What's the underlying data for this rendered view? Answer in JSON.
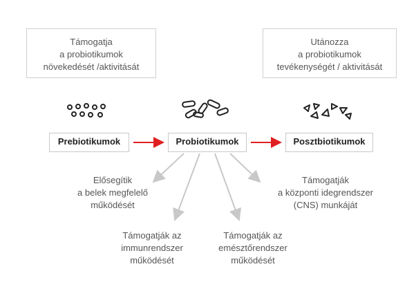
{
  "top_notes": {
    "left": [
      "Támogatja",
      "a probiotikumok",
      "növekedését /aktivitását"
    ],
    "right": [
      "Utánozza",
      "a probiotikumok",
      "tevékenységét / aktivitását"
    ]
  },
  "nodes": {
    "prebiotics": "Prebiotikumok",
    "probiotics": "Probiotikumok",
    "postbiotics": "Posztbiotikumok"
  },
  "effects": {
    "gut": [
      "Elősegítik",
      "a belek megfelelő",
      "működését"
    ],
    "immune": [
      "Támogatják az",
      "immunrendszer",
      "működését"
    ],
    "digestive": [
      "Támogatják az",
      "emésztőrendszer",
      "működését"
    ],
    "cns": [
      "Támogatják",
      "a központi idegrendszer",
      "(CNS) munkáját"
    ]
  },
  "icons": {
    "prebiotics": "circle-molecules-icon",
    "probiotics": "rod-bacteria-icon",
    "postbiotics": "triangle-fragments-icon"
  },
  "colors": {
    "main_arrow": "#e02020",
    "branch_arrow": "#c8c8c8",
    "box_border": "#cfcfcf"
  }
}
